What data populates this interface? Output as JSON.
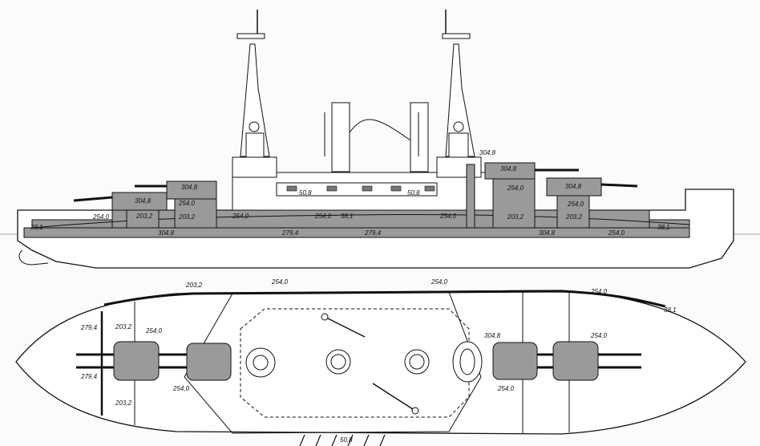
{
  "profile_labels": {
    "belt_fore": "38,1",
    "casemate_fwd": "254,0",
    "turret_fwd": "304,8",
    "barbette_fwd": "203,2",
    "wing_turret_fwd": "304,8",
    "wing_barbette_fwd_a": "254,0",
    "wing_barbette_fwd_b": "203,2",
    "citadel_left": "254,0",
    "casemate_mid": "254,0",
    "deck_mid": "38,1",
    "citadel_right": "254,0",
    "battery_left": "50,8",
    "battery_right": "50,8",
    "conning_tower": "304,8",
    "wing_turret_aft": "304,8",
    "wing_barbette_aft_a": "254,0",
    "wing_barbette_aft_b": "203,2",
    "barbette_aft_a": "203,2",
    "turret_aft": "304,8",
    "barbette_aft_b": "254,0",
    "belt_lower_fwd": "304,8",
    "belt_lower_mid_a": "279,4",
    "belt_lower_mid_b": "279,4",
    "belt_lower_aft_a": "304,8",
    "belt_lower_aft_b": "254,0",
    "belt_aft": "38,1"
  },
  "plan_labels": {
    "side_fwd": "203,2",
    "side_mid_a": "254,0",
    "side_mid_b": "254,0",
    "side_aft": "254,0",
    "deck_aft": "38,1",
    "bulkhead_fwd_a": "279,4",
    "bulkhead_fwd_b": "203,2",
    "turret_fwd_a": "254,0",
    "bulkhead_fwd_c": "279,4",
    "bulkhead_fwd_d": "203,2",
    "turret_fwd_b": "254,0",
    "conning_tower": "304,8",
    "turret_aft_a": "254,0",
    "turret_aft_b": "254,0",
    "battery": "50,8"
  },
  "colors": {
    "armor": "#9a9a9a",
    "line": "#111111",
    "paper": "#fbfbfb"
  }
}
